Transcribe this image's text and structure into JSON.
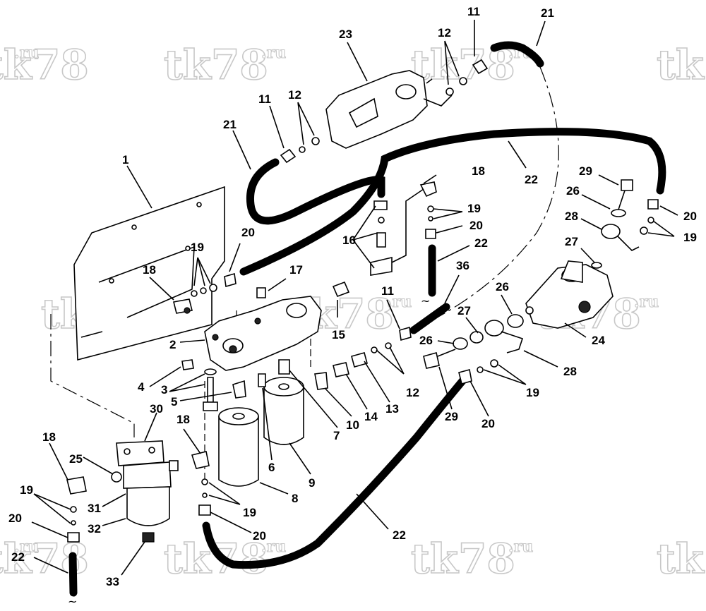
{
  "watermark": {
    "main": "tk78",
    "sup": ".ru"
  },
  "callouts": [
    {
      "id": "c1",
      "text": "11"
    },
    {
      "id": "c2",
      "text": "21"
    },
    {
      "id": "c3",
      "text": "23"
    },
    {
      "id": "c4",
      "text": "12"
    },
    {
      "id": "c5",
      "text": "11"
    },
    {
      "id": "c6",
      "text": "12"
    },
    {
      "id": "c7",
      "text": "21"
    },
    {
      "id": "c8",
      "text": "22"
    },
    {
      "id": "c9",
      "text": "1"
    },
    {
      "id": "c10",
      "text": "18"
    },
    {
      "id": "c11",
      "text": "29"
    },
    {
      "id": "c12",
      "text": "19"
    },
    {
      "id": "c13",
      "text": "26"
    },
    {
      "id": "c14",
      "text": "20"
    },
    {
      "id": "c15",
      "text": "20"
    },
    {
      "id": "c16",
      "text": "28"
    },
    {
      "id": "c17",
      "text": "19"
    },
    {
      "id": "c18",
      "text": "16"
    },
    {
      "id": "c19",
      "text": "22"
    },
    {
      "id": "c20",
      "text": "27"
    },
    {
      "id": "c21",
      "text": "19"
    },
    {
      "id": "c22",
      "text": "20"
    },
    {
      "id": "c23",
      "text": "36"
    },
    {
      "id": "c24",
      "text": "18"
    },
    {
      "id": "c25",
      "text": "17"
    },
    {
      "id": "c26",
      "text": "11"
    },
    {
      "id": "c27",
      "text": "26"
    },
    {
      "id": "c28",
      "text": "27"
    },
    {
      "id": "c29",
      "text": "15"
    },
    {
      "id": "c30",
      "text": "24"
    },
    {
      "id": "c31",
      "text": "2"
    },
    {
      "id": "c32",
      "text": "26"
    },
    {
      "id": "c33",
      "text": "28"
    },
    {
      "id": "c34",
      "text": "4"
    },
    {
      "id": "c35",
      "text": "12"
    },
    {
      "id": "c36",
      "text": "3"
    },
    {
      "id": "c37",
      "text": "5"
    },
    {
      "id": "c38",
      "text": "29"
    },
    {
      "id": "c39",
      "text": "13"
    },
    {
      "id": "c40",
      "text": "14"
    },
    {
      "id": "c41",
      "text": "10"
    },
    {
      "id": "c42",
      "text": "7"
    },
    {
      "id": "c43",
      "text": "19"
    },
    {
      "id": "c44",
      "text": "30"
    },
    {
      "id": "c45",
      "text": "20"
    },
    {
      "id": "c46",
      "text": "18"
    },
    {
      "id": "c47",
      "text": "18"
    },
    {
      "id": "c48",
      "text": "6"
    },
    {
      "id": "c49",
      "text": "25"
    },
    {
      "id": "c50",
      "text": "9"
    },
    {
      "id": "c51",
      "text": "19"
    },
    {
      "id": "c52",
      "text": "8"
    },
    {
      "id": "c53",
      "text": "31"
    },
    {
      "id": "c54",
      "text": "19"
    },
    {
      "id": "c55",
      "text": "20"
    },
    {
      "id": "c56",
      "text": "32"
    },
    {
      "id": "c57",
      "text": "20"
    },
    {
      "id": "c58",
      "text": "22"
    },
    {
      "id": "c59",
      "text": "22"
    },
    {
      "id": "c60",
      "text": "33"
    }
  ],
  "cut_mark": "~"
}
